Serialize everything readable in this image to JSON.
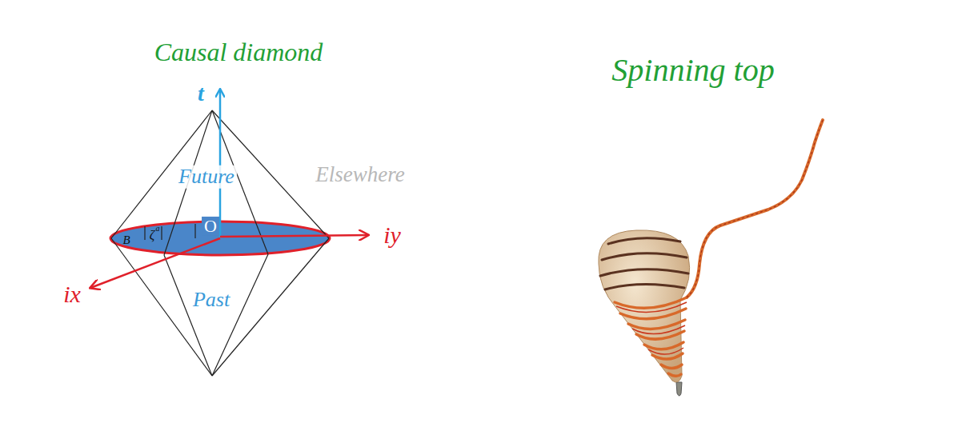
{
  "diagram": {
    "labels": [
      "Causal diamond",
      "Spinning top",
      "t",
      "Future",
      "Elsewhere",
      "B",
      "ζ",
      "a",
      "O",
      "iy",
      "ix",
      "Past"
    ]
  }
}
